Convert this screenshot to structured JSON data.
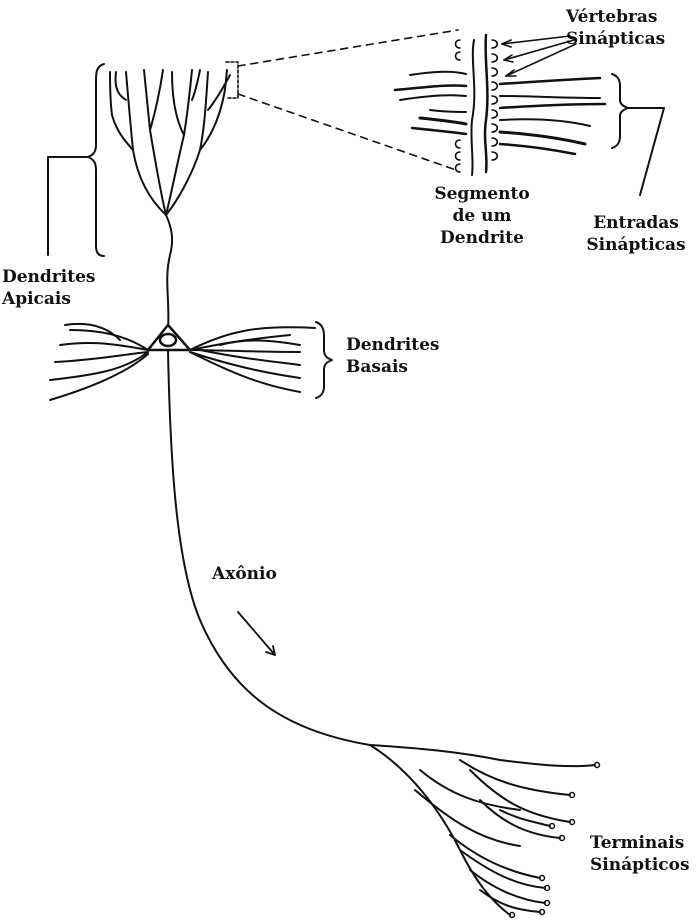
{
  "labels": {
    "vertebras_1": "Vértebras",
    "vertebras_2": "Sinápticas",
    "segmento_1": "Segmento",
    "segmento_2": "de um",
    "segmento_3": "Dendrite",
    "entradas_1": "Entradas",
    "entradas_2": "Sinápticas",
    "apicais_1": "Dendrites",
    "apicais_2": "Apicais",
    "basais_1": "Dendrites",
    "basais_2": "Basais",
    "axonio": "Axônio",
    "terminais_1": "Terminais",
    "terminais_2": "Sinápticos"
  },
  "colors": {
    "ink": "#111111",
    "background": "#ffffff"
  }
}
